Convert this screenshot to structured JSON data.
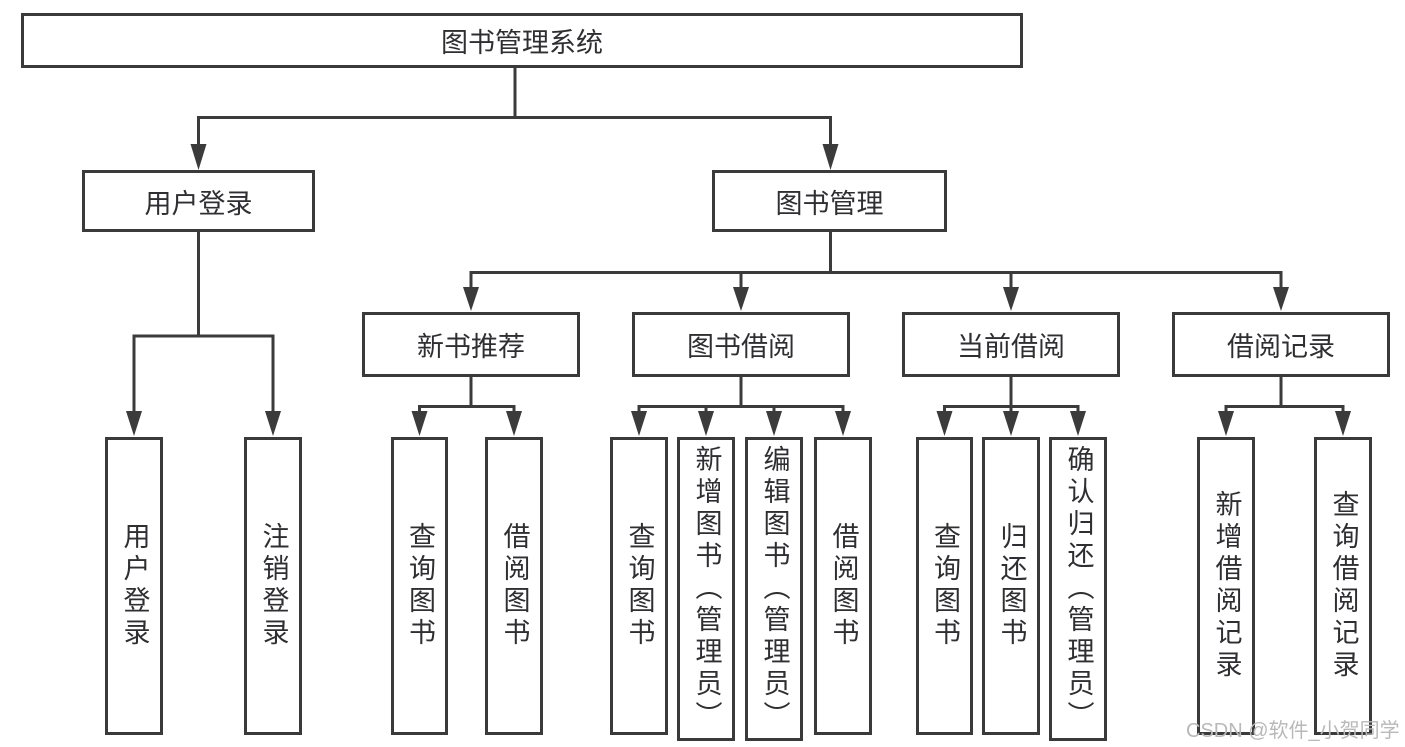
{
  "diagram": {
    "title": "图书管理系统",
    "nodes": {
      "root": "图书管理系统",
      "level2": [
        "用户登录",
        "图书管理"
      ],
      "level3": [
        "新书推荐",
        "图书借阅",
        "当前借阅",
        "借阅记录"
      ],
      "leaves": [
        "用户登录",
        "注销登录",
        "查询图书",
        "借阅图书",
        "查询图书",
        "新增图书（管理员）",
        "编辑图书（管理员）",
        "借阅图书",
        "查询图书",
        "归还图书",
        "确认归还（管理员）",
        "新增借阅记录",
        "查询借阅记录"
      ]
    },
    "colors": {
      "line": "#3b3b3b",
      "text": "#2f2f33",
      "watermark": "#b9b9b9",
      "background": "#ffffff"
    }
  },
  "watermark": "CSDN @软件_小贺同学"
}
